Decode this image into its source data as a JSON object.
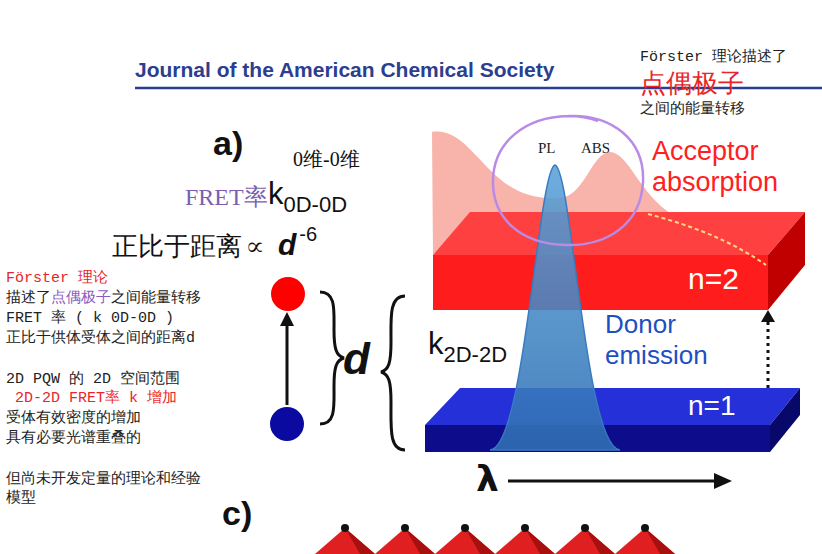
{
  "diagram": {
    "title": "Journal of the American Chemical Society",
    "nodes": [
      {
        "text": [
          "n=2"
        ]
      },
      {
        "text": [
          "n=1"
        ]
      }
    ],
    "edges": [
      {
        "from": 1,
        "to": 0,
        "arrow": "to"
      }
    ],
    "labels": [
      "Förster 理论描述了",
      "点偶极子",
      "之间的能量转移",
      "a)",
      "0维-0维",
      "FRET率",
      "k",
      "0D-0D",
      "正比于距离∝",
      "d",
      "-6",
      "Förster 理论",
      "描述了",
      "点偶极子",
      "之间能量转移",
      "FRET 率 ( k 0D-0D )",
      "正比于供体受体之间的距离d",
      "2D PQW 的 2D 空间范围",
      "2D-2D FRET率 k 增加",
      "受体有效密度的增加",
      "具有必要光谱重叠的",
      "但尚未开发定量的理论和经验",
      "模型",
      "PL",
      "ABS",
      "Acceptor absorption",
      "d",
      "k",
      "2D-2D",
      "Donor emission",
      "λ",
      "c)"
    ]
  }
}
